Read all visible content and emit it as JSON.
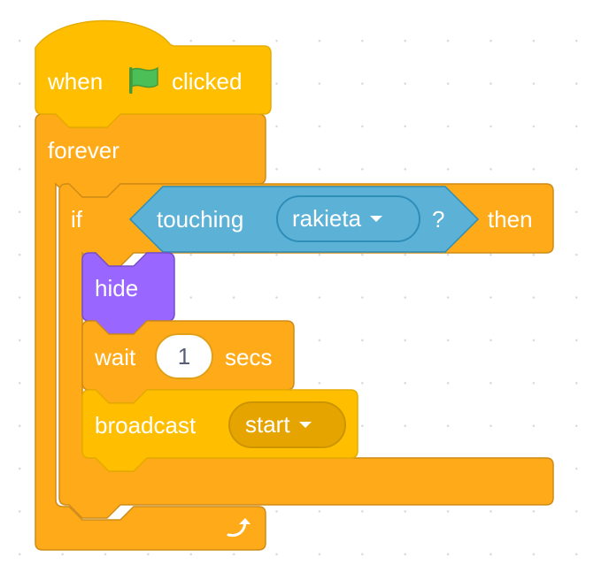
{
  "colors": {
    "events": "#ffbf00",
    "events_border": "#e6ac00",
    "control": "#ffab19",
    "control_border": "#cf8b17",
    "sensing": "#5cb1d6",
    "sensing_border": "#2e8eb8",
    "looks": "#9966ff",
    "looks_border": "#774dcb",
    "flag_green": "#4cbf56",
    "text": "#ffffff",
    "number_text": "#575e75"
  },
  "blocks": {
    "hat": {
      "when": "when",
      "flag_icon": "green-flag-icon",
      "clicked": "clicked"
    },
    "forever": {
      "label": "forever",
      "loop_icon": "loop-arrow-icon"
    },
    "if_block": {
      "if": "if",
      "condition": {
        "touching": "touching",
        "object": "rakieta",
        "question": "?"
      },
      "then": "then"
    },
    "hide": {
      "label": "hide"
    },
    "wait": {
      "label": "wait",
      "value": "1",
      "unit": "secs"
    },
    "broadcast": {
      "label": "broadcast",
      "message": "start"
    }
  }
}
